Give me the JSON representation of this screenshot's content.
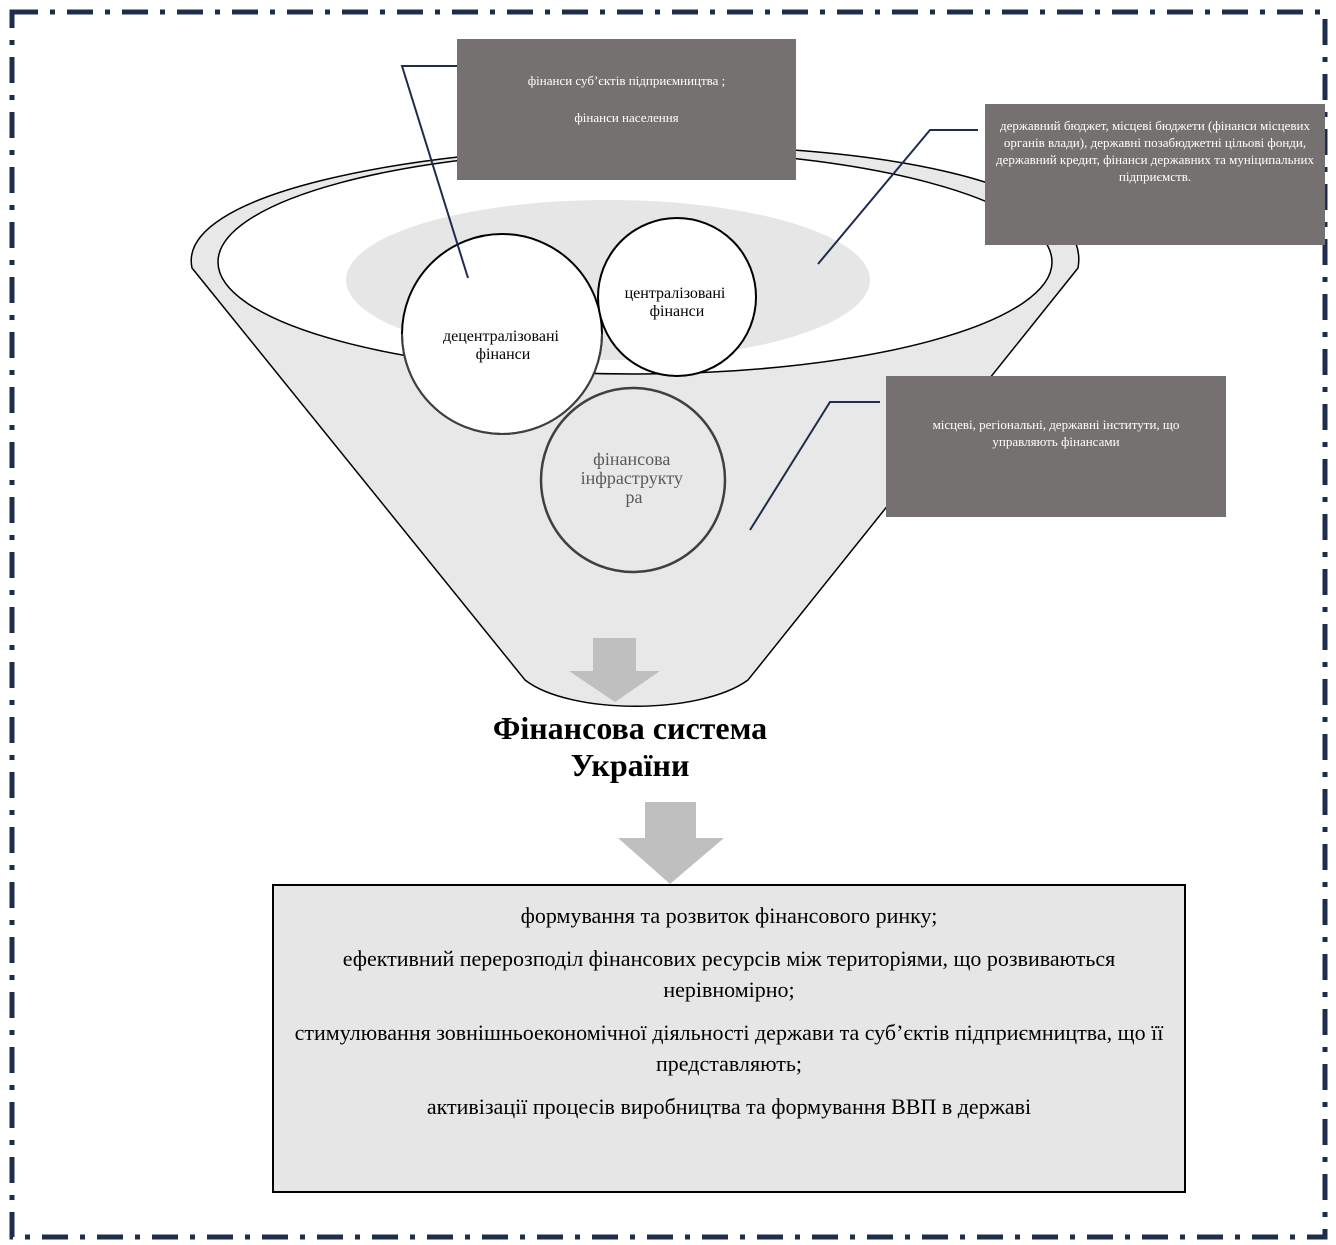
{
  "funnel": {
    "circles": {
      "decentralized": [
        "децентралізовані",
        "фінанси"
      ],
      "centralized": [
        "централізовані",
        "фінанси"
      ],
      "infrastructure": [
        "фінансова",
        "інфраструкту",
        "ра"
      ]
    },
    "callouts": {
      "decentralized": {
        "line1": "фінанси суб’єктів підприємництва ;",
        "line2": "фінанси населення"
      },
      "centralized": "державний бюджет, місцеві бюджети (фінанси місцевих органів влади), державні позабюджетні цільові фонди, державний кредит, фінанси державних та муніципальних підприємств.",
      "infrastructure": "місцеві, регіональні, державні інститути, що управляють фінансами"
    }
  },
  "title": {
    "line1": "Фінансова система",
    "line2": "України"
  },
  "outcomes": [
    "формування та розвиток фінансового ринку;",
    "ефективний перерозподіл фінансових ресурсів між територіями, що розвиваються нерівномірно;",
    "стимулювання зовнішньоекономічної діяльності держави та суб’єктів підприємництва, що її представляють;",
    "активізації процесів виробництва та формування ВВП в державі"
  ],
  "colors": {
    "frame": "#1f2d4d",
    "funnel_fill": "#e8e8e8",
    "callout_fill": "#767171",
    "arrow_fill": "#bfbfbf",
    "outcome_fill": "#e7e6e6",
    "connector": "#1f2d4d"
  }
}
